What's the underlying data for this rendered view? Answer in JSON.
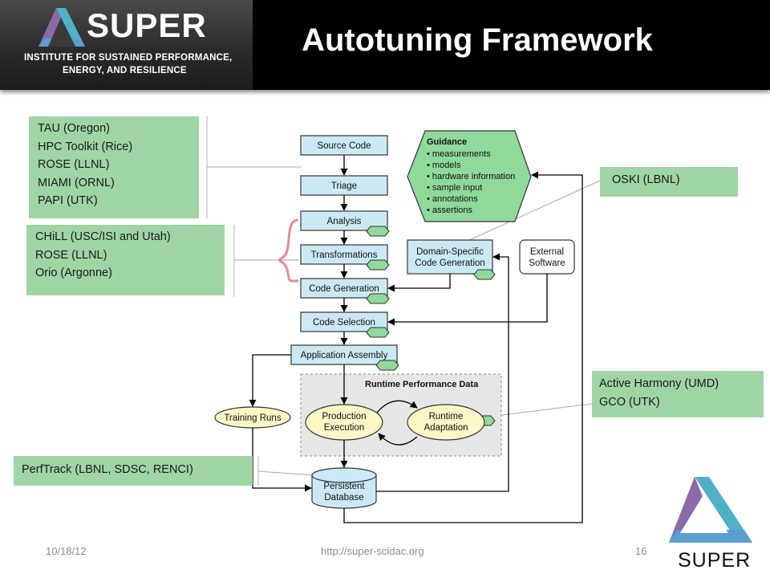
{
  "header": {
    "logo_word": "SUPER",
    "logo_subtitle_line1": "INSTITUTE FOR SUSTAINED PERFORMANCE,",
    "logo_subtitle_line2": "ENERGY, AND RESILIENCE",
    "title": "Autotuning Framework"
  },
  "callouts": {
    "tools_top": [
      "TAU (Oregon)",
      "HPC Toolkit (Rice)",
      "ROSE (LLNL)",
      "MIAMI (ORNL)",
      "PAPI (UTK)"
    ],
    "tools_transform": [
      "CHiLL (USC/ISI and Utah)",
      "ROSE (LLNL)",
      "Orio (Argonne)"
    ],
    "oski": "OSKI (LBNL)",
    "runtime": [
      "Active Harmony (UMD)",
      "GCO (UTK)"
    ],
    "perftrack": "PerfTrack (LBNL, SDSC, RENCI)"
  },
  "diagram": {
    "source_code": "Source Code",
    "triage": "Triage",
    "analysis": "Analysis",
    "transformations": "Transformations",
    "code_generation": "Code Generation",
    "code_selection": "Code Selection",
    "application_assembly": "Application Assembly",
    "runtime_title": "Runtime Performance Data",
    "training_runs": "Training Runs",
    "production_1": "Production",
    "production_2": "Execution",
    "runtime_adapt_1": "Runtime",
    "runtime_adapt_2": "Adaptation",
    "persistent_1": "Persistent",
    "persistent_2": "Database",
    "domain_specific_1": "Domain-Specific",
    "domain_specific_2": "Code Generation",
    "external_1": "External",
    "external_2": "Software",
    "guidance_title": "Guidance",
    "guidance_items": [
      "• measurements",
      "• models",
      "• hardware information",
      "• sample input",
      "• annotations",
      "• assertions"
    ]
  },
  "footer": {
    "date": "10/18/12",
    "url": "http://super-scidac.org",
    "page": "16",
    "logo_label": "SUPER"
  },
  "colors": {
    "callout_green": "#9fd5a5",
    "process_box_fill": "#cbe9f5",
    "guidance_fill": "#8fd99a",
    "brace_pink": "#e48a9a"
  }
}
